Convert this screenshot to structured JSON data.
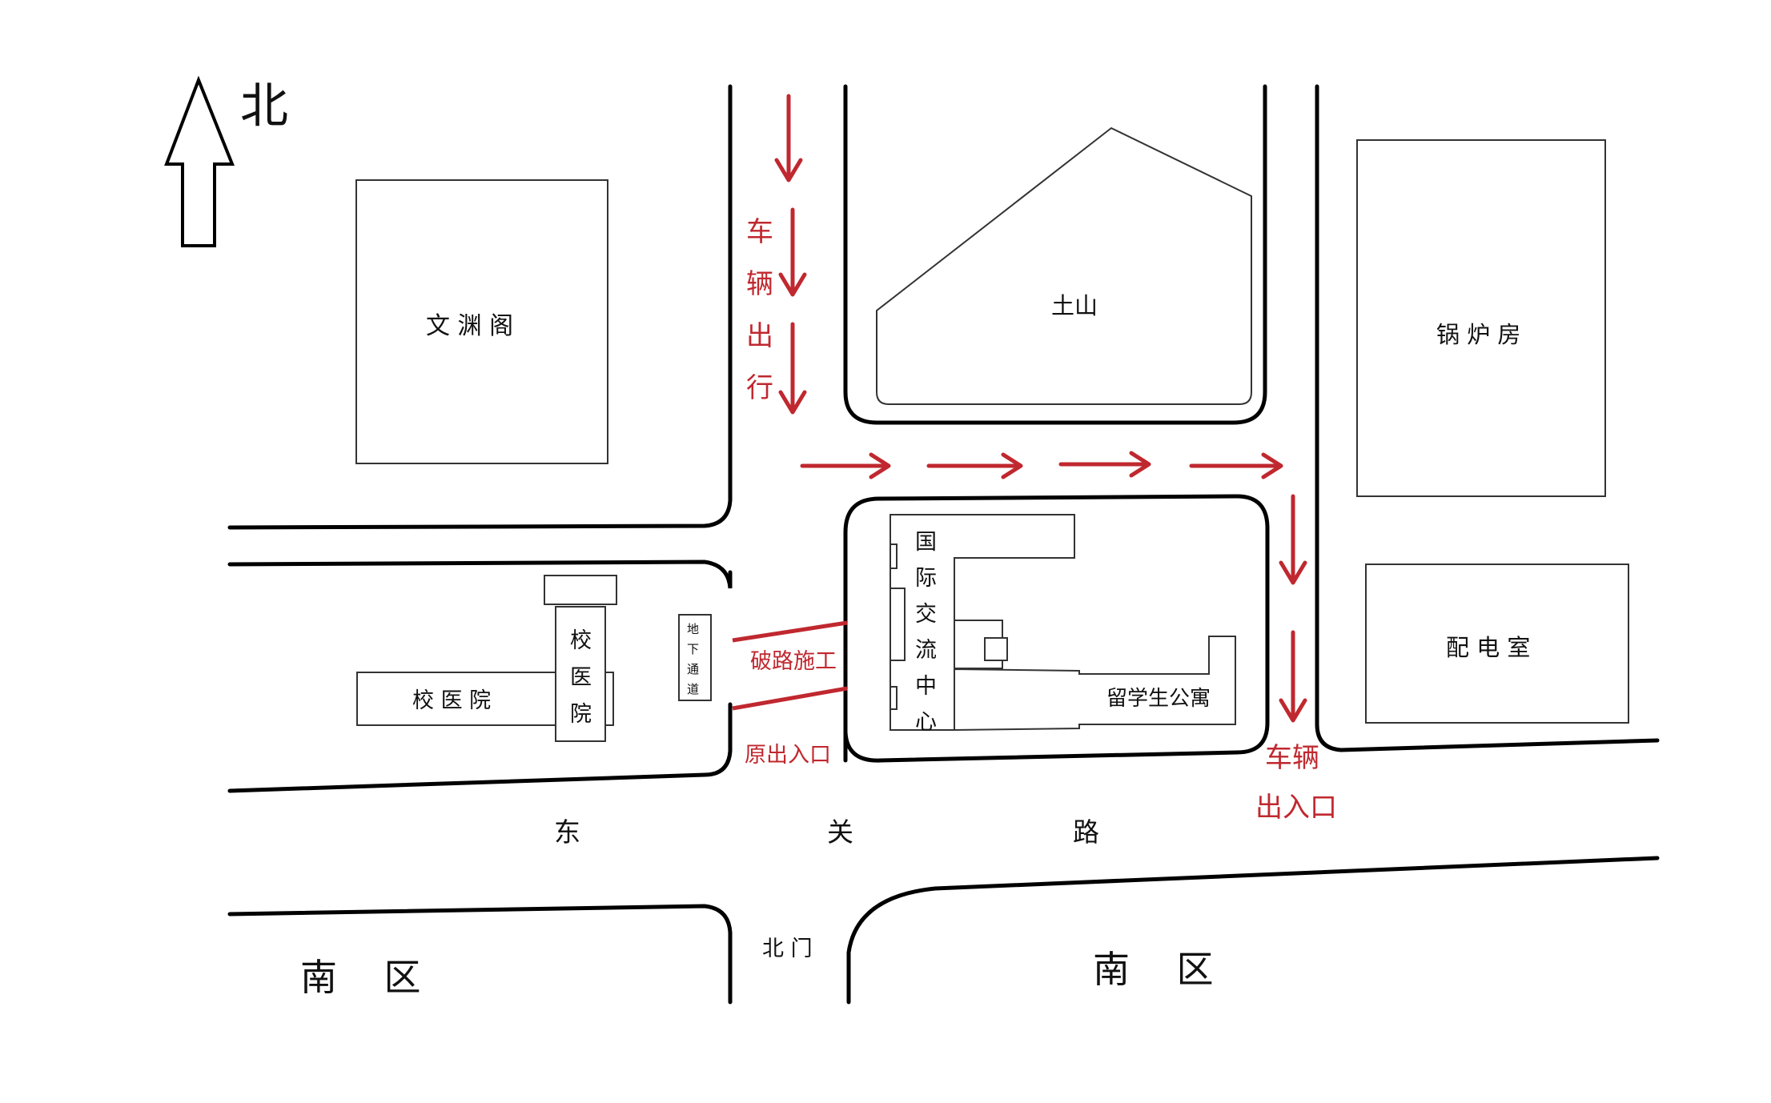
{
  "north": {
    "label": "北"
  },
  "buildings": {
    "wenyuange": "文 渊 阁",
    "tushan": "土山",
    "boiler_room": "锅 炉 房",
    "power_room": "配 电 室",
    "hospital_h": "校 医 院",
    "hospital_v": [
      "校",
      "医",
      "院"
    ],
    "underpass": [
      "地",
      "下",
      "通",
      "道"
    ],
    "intl_center": [
      "国",
      "际",
      "交",
      "流",
      "中",
      "心"
    ],
    "dorm": "留学生公寓"
  },
  "roads": {
    "dongguan_road": [
      "东",
      "关",
      "路"
    ],
    "north_gate": "北 门",
    "south_zone_left": "南    区",
    "south_zone_right": "南    区"
  },
  "annotations": {
    "vehicle_travel": [
      "车",
      "辆",
      "出",
      "行"
    ],
    "construction": "破路施工",
    "old_entrance": "原出入口",
    "vehicle_entrance_line1": "车辆",
    "vehicle_entrance_line2": "出入口"
  },
  "colors": {
    "road_line": "#000000",
    "building_line": "#333333",
    "arrow": "#c0282f"
  }
}
